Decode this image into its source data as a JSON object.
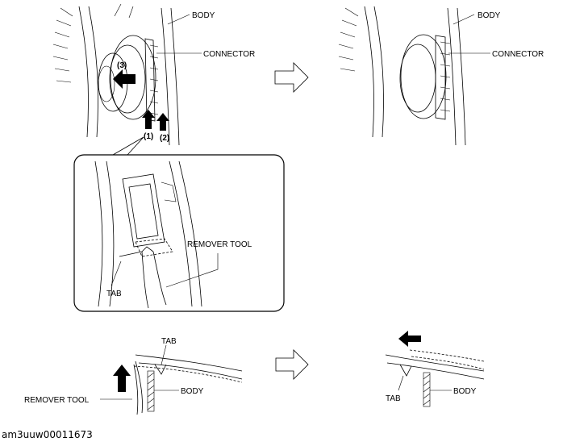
{
  "labels": {
    "body": "BODY",
    "connector": "CONNECTOR",
    "remover_tool": "REMOVER TOOL",
    "tab": "TAB",
    "step1": "(1)",
    "step2": "(2)",
    "step3": "(3)"
  },
  "caption": "am3uuw00011673",
  "icons": [
    "arrow-right-icon",
    "push-arrow-icon"
  ],
  "colors": {
    "line": "#000000",
    "background": "#ffffff"
  }
}
